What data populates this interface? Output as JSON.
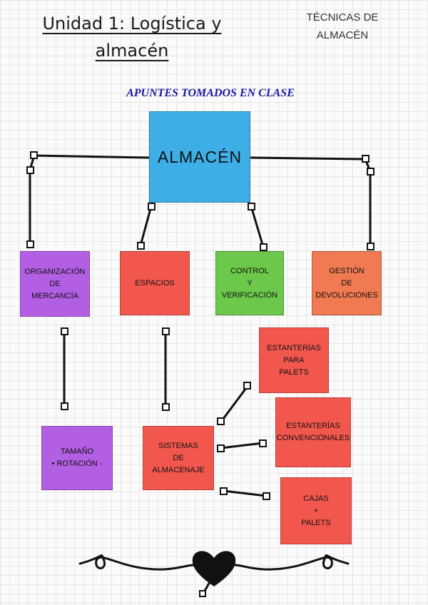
{
  "header": {
    "title_line1": "Unidad 1: Logística y",
    "title_line2": "almacén",
    "tag_line1": "TÉCNICAS DE",
    "tag_line2": "ALMACÉN",
    "subtitle": "APUNTES TOMADOS EN CLASE"
  },
  "colors": {
    "main": "#3eaee6",
    "purple": "#b35fe3",
    "red": "#f2574e",
    "green": "#6cc84a",
    "orange": "#f07a52",
    "link": "#111111",
    "subtitle": "#1a17a0"
  },
  "nodes": {
    "main": "ALMACÉN",
    "organizacion": "ORGANIZACIÓN\nDE\nMERCANCÍA",
    "espacios": "ESPACIOS",
    "control": "CONTROL\nY\nVERIFICACIÓN",
    "gestion": "GESTIÓN\nDE\nDEVOLUCIONES",
    "tamano": "TAMAÑO\n•  ROTACIÓN -",
    "sistemas": "SISTEMAS\nDE\nALMACENAJE",
    "est_palets": "ESTANTERÍAS\nPARA\nPALETS",
    "est_conv": "ESTANTERÍAS\nCONVENCIONALES",
    "cajas": "CAJAS\n+\nPALETS"
  },
  "decoration": {
    "heart": "heart-icon"
  }
}
